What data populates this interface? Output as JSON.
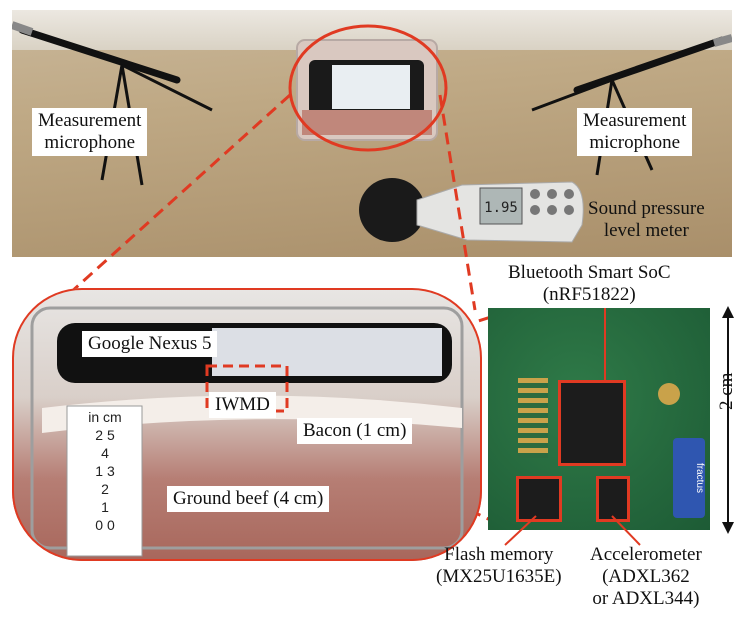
{
  "top_photo": {
    "left_mic_label": [
      "Measurement",
      "microphone"
    ],
    "right_mic_label": [
      "Measurement",
      "microphone"
    ],
    "meter_label": [
      "Sound pressure",
      "level meter"
    ],
    "meter_reading": "1.95"
  },
  "enclosure": {
    "phone_label": "Google Nexus 5",
    "iwmd_label": "IWMD",
    "bacon_label": "Bacon (1 cm)",
    "beef_label": "Ground beef (4 cm)",
    "ruler_unit": "in cm",
    "ruler_ticks": [
      "2 5",
      "4",
      "1 3",
      "2",
      "1",
      "0 0"
    ]
  },
  "pcb": {
    "soc_label": [
      "Bluetooth Smart SoC",
      "(nRF51822)"
    ],
    "flash_label": [
      "Flash memory",
      "(MX25U1635E)"
    ],
    "accel_label": [
      "Accelerometer",
      "(ADXL362",
      "or ADXL344)"
    ],
    "dimension": "2 cm",
    "silk_brand": "fractus"
  },
  "colors": {
    "highlight": "#e03a22"
  }
}
